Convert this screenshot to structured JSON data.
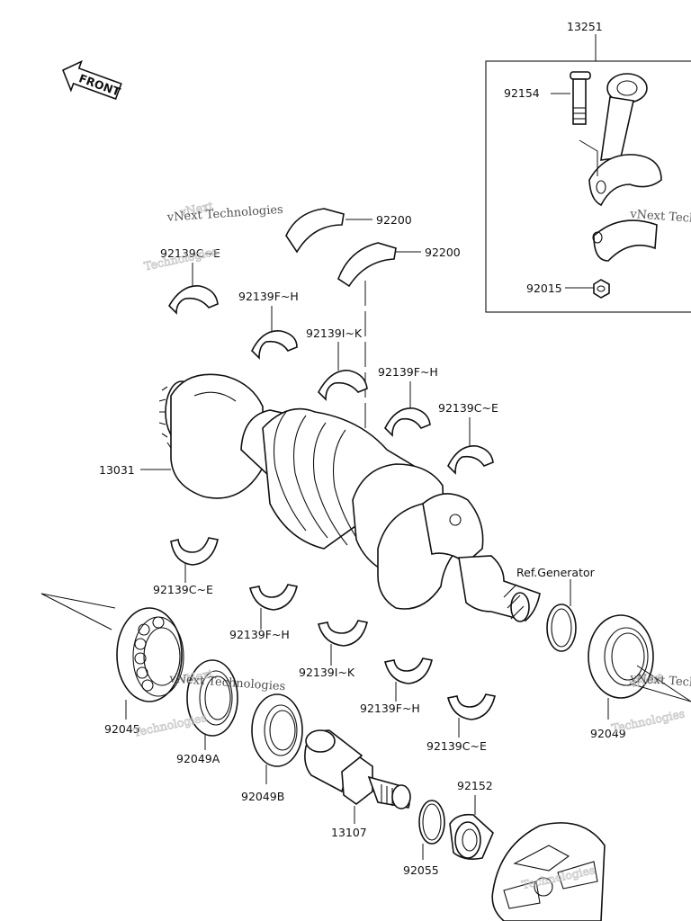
{
  "front_label": "FRONT",
  "watermark": {
    "line1": "vNext",
    "line2": "Technologies",
    "small": "vNext Technologies"
  },
  "callouts": {
    "p13251": "13251",
    "p92154": "92154",
    "p92015": "92015",
    "p92200a": "92200",
    "p92200b": "92200",
    "p92139ce_top": "92139C~E",
    "p92139fh_top": "92139F~H",
    "p92139ik_top": "92139I~K",
    "p92139fh_mid": "92139F~H",
    "p92139ce_mid": "92139C~E",
    "p13031": "13031",
    "p92139ce_low": "92139C~E",
    "p92139fh_low": "92139F~H",
    "p92139ik_low": "92139I~K",
    "p92139fh_low2": "92139F~H",
    "p92139ce_low2": "92139C~E",
    "ref_generator": "Ref.Generator",
    "p92045": "92045",
    "p92049a": "92049A",
    "p92049b": "92049B",
    "p92049": "92049",
    "p13107": "13107",
    "p92152": "92152",
    "p92055": "92055"
  }
}
